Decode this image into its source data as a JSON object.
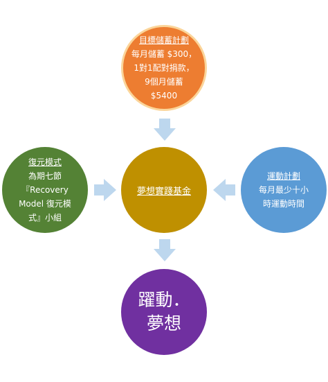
{
  "nodes": {
    "top": {
      "title": "目標儲蓄計劃",
      "lines": [
        "每月儲蓄 $300，",
        "1對1配對捐款，",
        "9個月儲蓄",
        "$5400"
      ]
    },
    "center": {
      "title": "夢想實踐基金"
    },
    "left": {
      "title": "復元模式",
      "lines": [
        "為期七節",
        "『Recovery",
        "Model 復元模",
        "式』小組"
      ]
    },
    "right": {
      "title": "運動計劃",
      "lines": [
        "每月最少十小",
        "時運動時間"
      ]
    },
    "bottom": {
      "lines": [
        "躍動．",
        "夢想"
      ]
    }
  },
  "colors": {
    "top": "#ed7d31",
    "top_border": "#fbd59a",
    "center": "#bf9000",
    "left": "#548235",
    "right": "#5b9bd5",
    "bottom": "#7030a0",
    "arrow": "#bdd7ee"
  }
}
